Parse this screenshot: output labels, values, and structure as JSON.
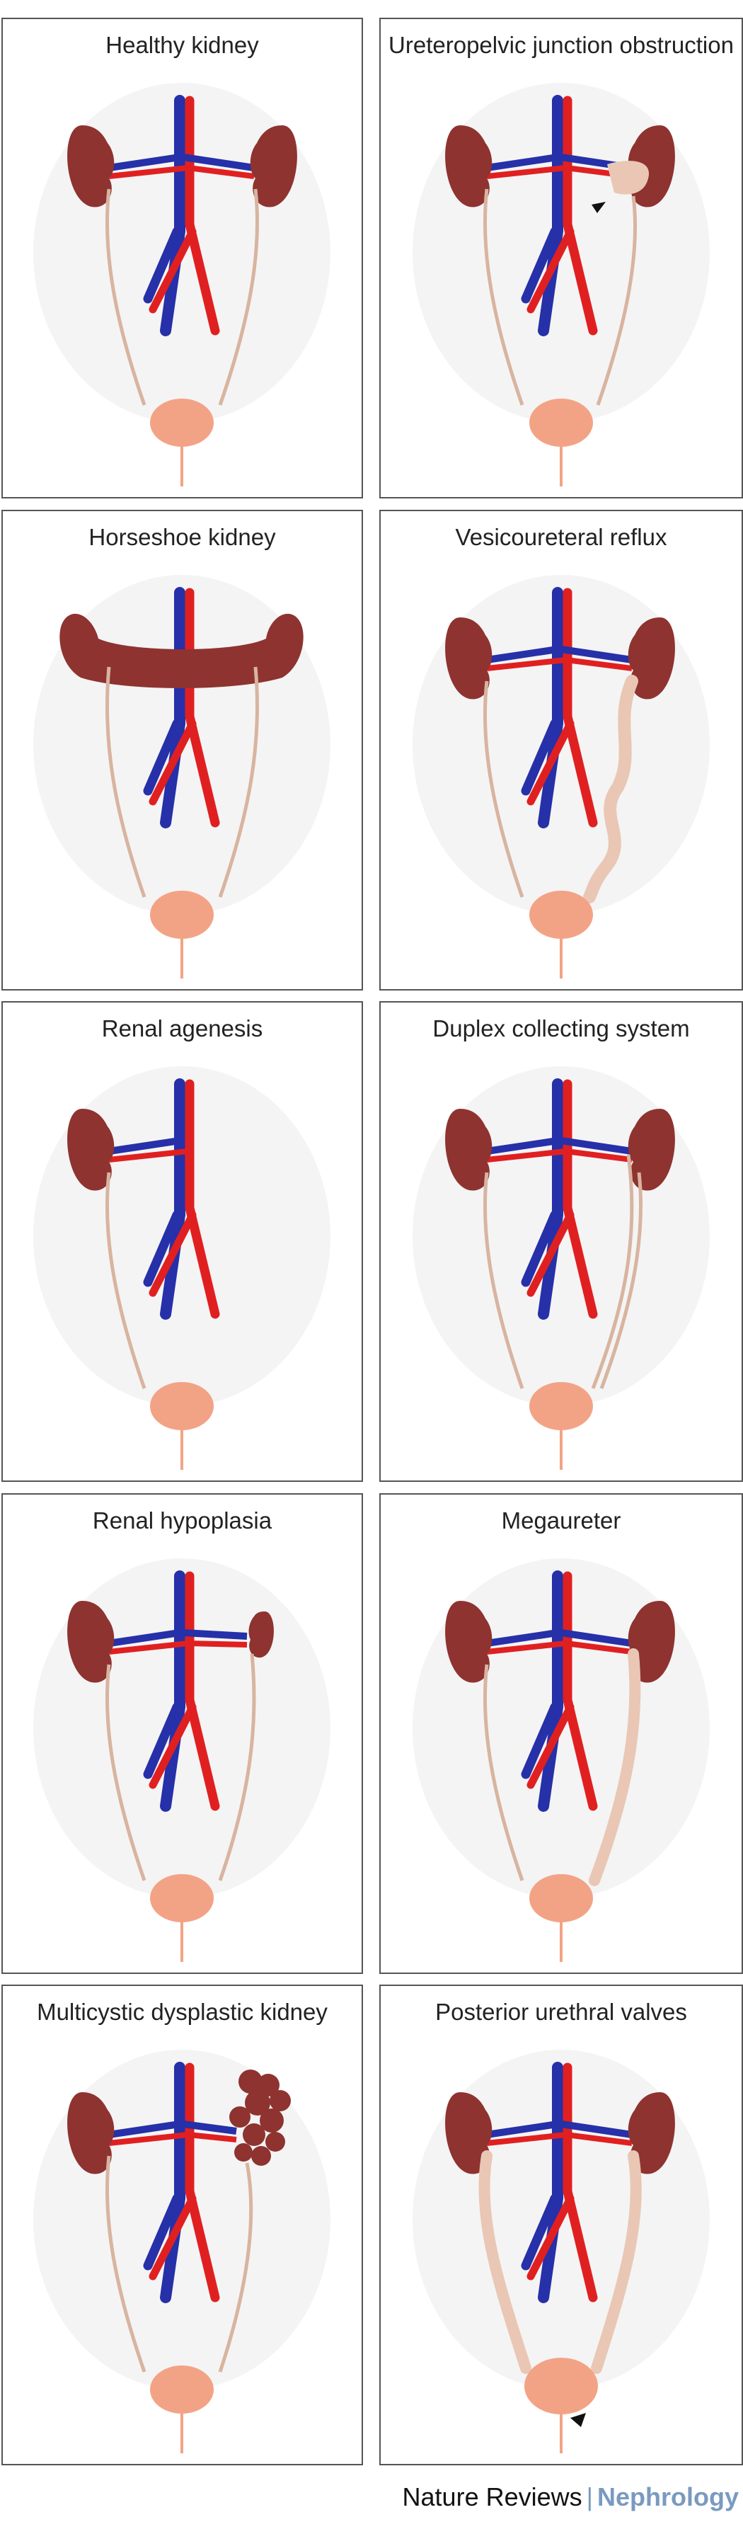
{
  "panels": [
    {
      "id": "healthy",
      "title": "Healthy kidney"
    },
    {
      "id": "upj",
      "title": "Ureteropelvic junction obstruction"
    },
    {
      "id": "horseshoe",
      "title": "Horseshoe kidney"
    },
    {
      "id": "vur",
      "title": "Vesicoureteral reflux"
    },
    {
      "id": "agenesis",
      "title": "Renal agenesis"
    },
    {
      "id": "duplex",
      "title": "Duplex collecting system"
    },
    {
      "id": "hypoplasia",
      "title": "Renal hypoplasia"
    },
    {
      "id": "megaureter",
      "title": "Megaureter"
    },
    {
      "id": "mcdk",
      "title": "Multicystic dysplastic kidney"
    },
    {
      "id": "puv",
      "title": "Posterior urethral valves"
    }
  ],
  "footer": {
    "publisher": "Nature Reviews",
    "separator": "|",
    "journal": "Nephrology"
  },
  "colors": {
    "kidney": "#8e3330",
    "artery": "#e02020",
    "vein": "#2630a8",
    "ureter": "#d8b4a0",
    "bladder": "#f3a385",
    "border": "#555555"
  }
}
